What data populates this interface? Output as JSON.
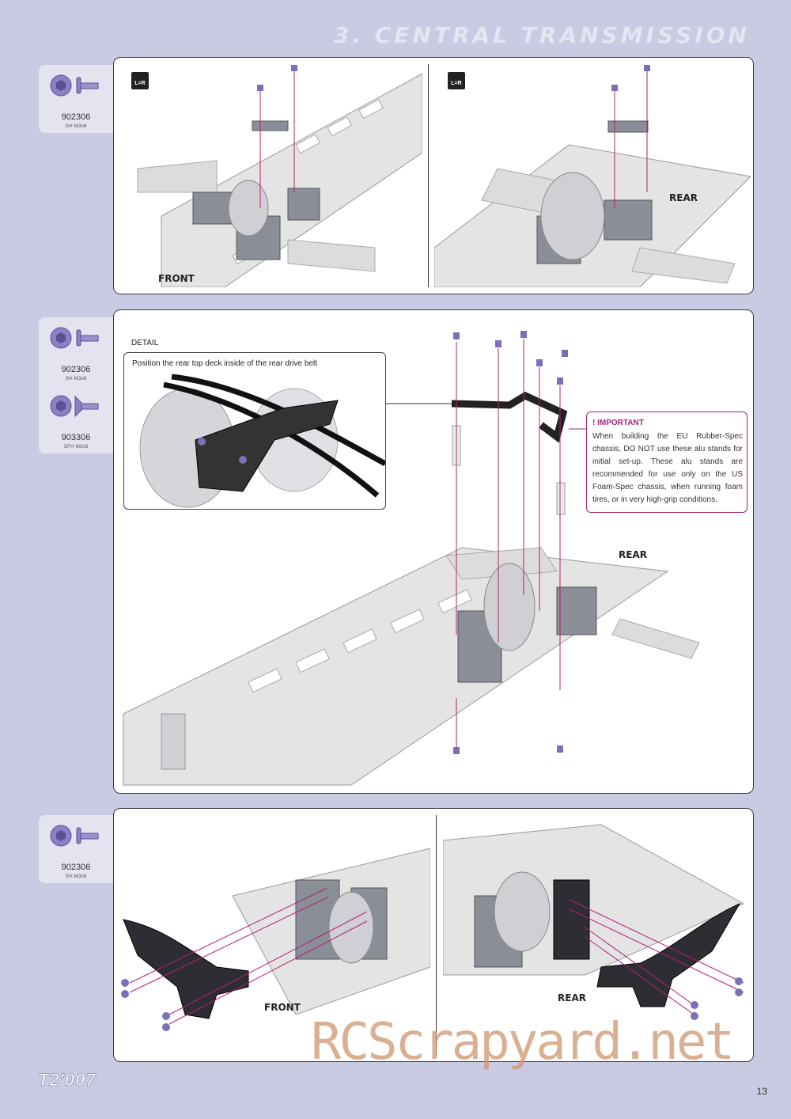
{
  "header": {
    "title": "3. CENTRAL TRANSMISSION"
  },
  "parts": {
    "p1": [
      {
        "code": "902306",
        "spec": "SH M3x6"
      }
    ],
    "p2": [
      {
        "code": "902306",
        "spec": "SH M3x6"
      },
      {
        "code": "903306",
        "spec": "SFH M3x6"
      }
    ],
    "p3": [
      {
        "code": "902306",
        "spec": "SH M3x6"
      }
    ]
  },
  "icons": {
    "lr": "L=R",
    "lr_icon": "left-equals-right-icon",
    "screw_icon": "screw-icon"
  },
  "labels": {
    "front": "FRONT",
    "rear": "REAR",
    "detail": "DETAIL",
    "detail_caption": "Position the rear top deck inside of the rear drive belt"
  },
  "important": {
    "title": "! IMPORTANT",
    "body": "When building the EU Rubber-Spec chassis, DO NOT use these alu stands for initial set-up. These alu stands are recommended for use only on the US Foam-Spec chassis, when running foam tires, or in very high-grip conditions."
  },
  "footer": {
    "logo": "T2'007",
    "page_number": "13"
  },
  "watermark": "RCScrapyard.net",
  "colors": {
    "accent": "#a0257a",
    "screw": "#7a70b8",
    "background": "#c9cbe3"
  }
}
